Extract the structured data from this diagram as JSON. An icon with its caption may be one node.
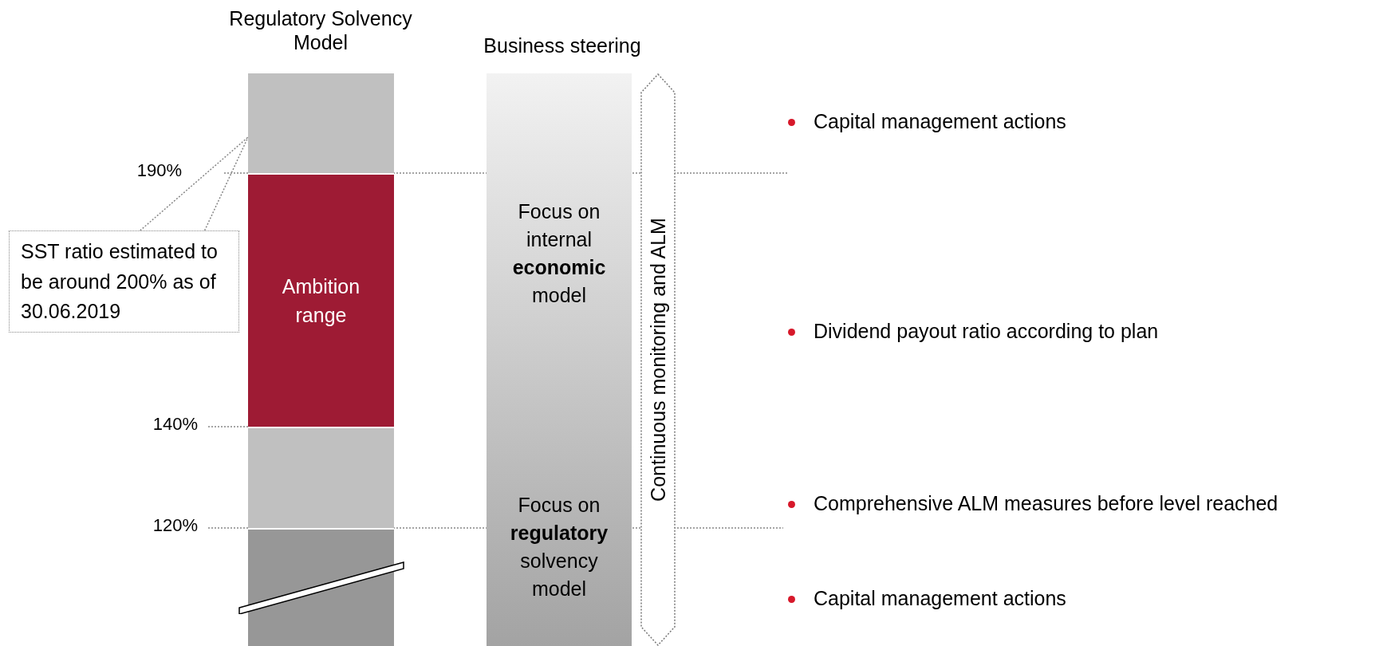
{
  "diagram": {
    "nodes": [
      {
        "text": [],
        "shape": "box"
      },
      {
        "text": [
          "Ambition range"
        ]
      },
      {
        "text": [],
        "shape": "box"
      },
      {
        "text": [],
        "shape": "box"
      },
      {
        "text": [
          "Business steering",
          "Focus on internal **economic** model",
          "Focus on **regulatory** solvency model"
        ]
      },
      {
        "text": [
          "Continuous monitoring and ALM"
        ]
      },
      {
        "text": [
          "SST ratio estimated to be around 200% as of 30.06.2019"
        ]
      },
      {
        "text": [],
        "shape": "bar"
      }
    ],
    "edges": [
      {
        "from": 6,
        "to": 0,
        "arrow": "none"
      },
      {
        "from": 6,
        "to": 0,
        "arrow": "none"
      }
    ],
    "labels": [
      "Regulatory Solvency Model",
      "190%",
      "140%",
      "120%",
      "Capital management actions",
      "Dividend payout ratio according to plan",
      "Comprehensive ALM measures before level reached",
      "Capital management actions"
    ]
  }
}
